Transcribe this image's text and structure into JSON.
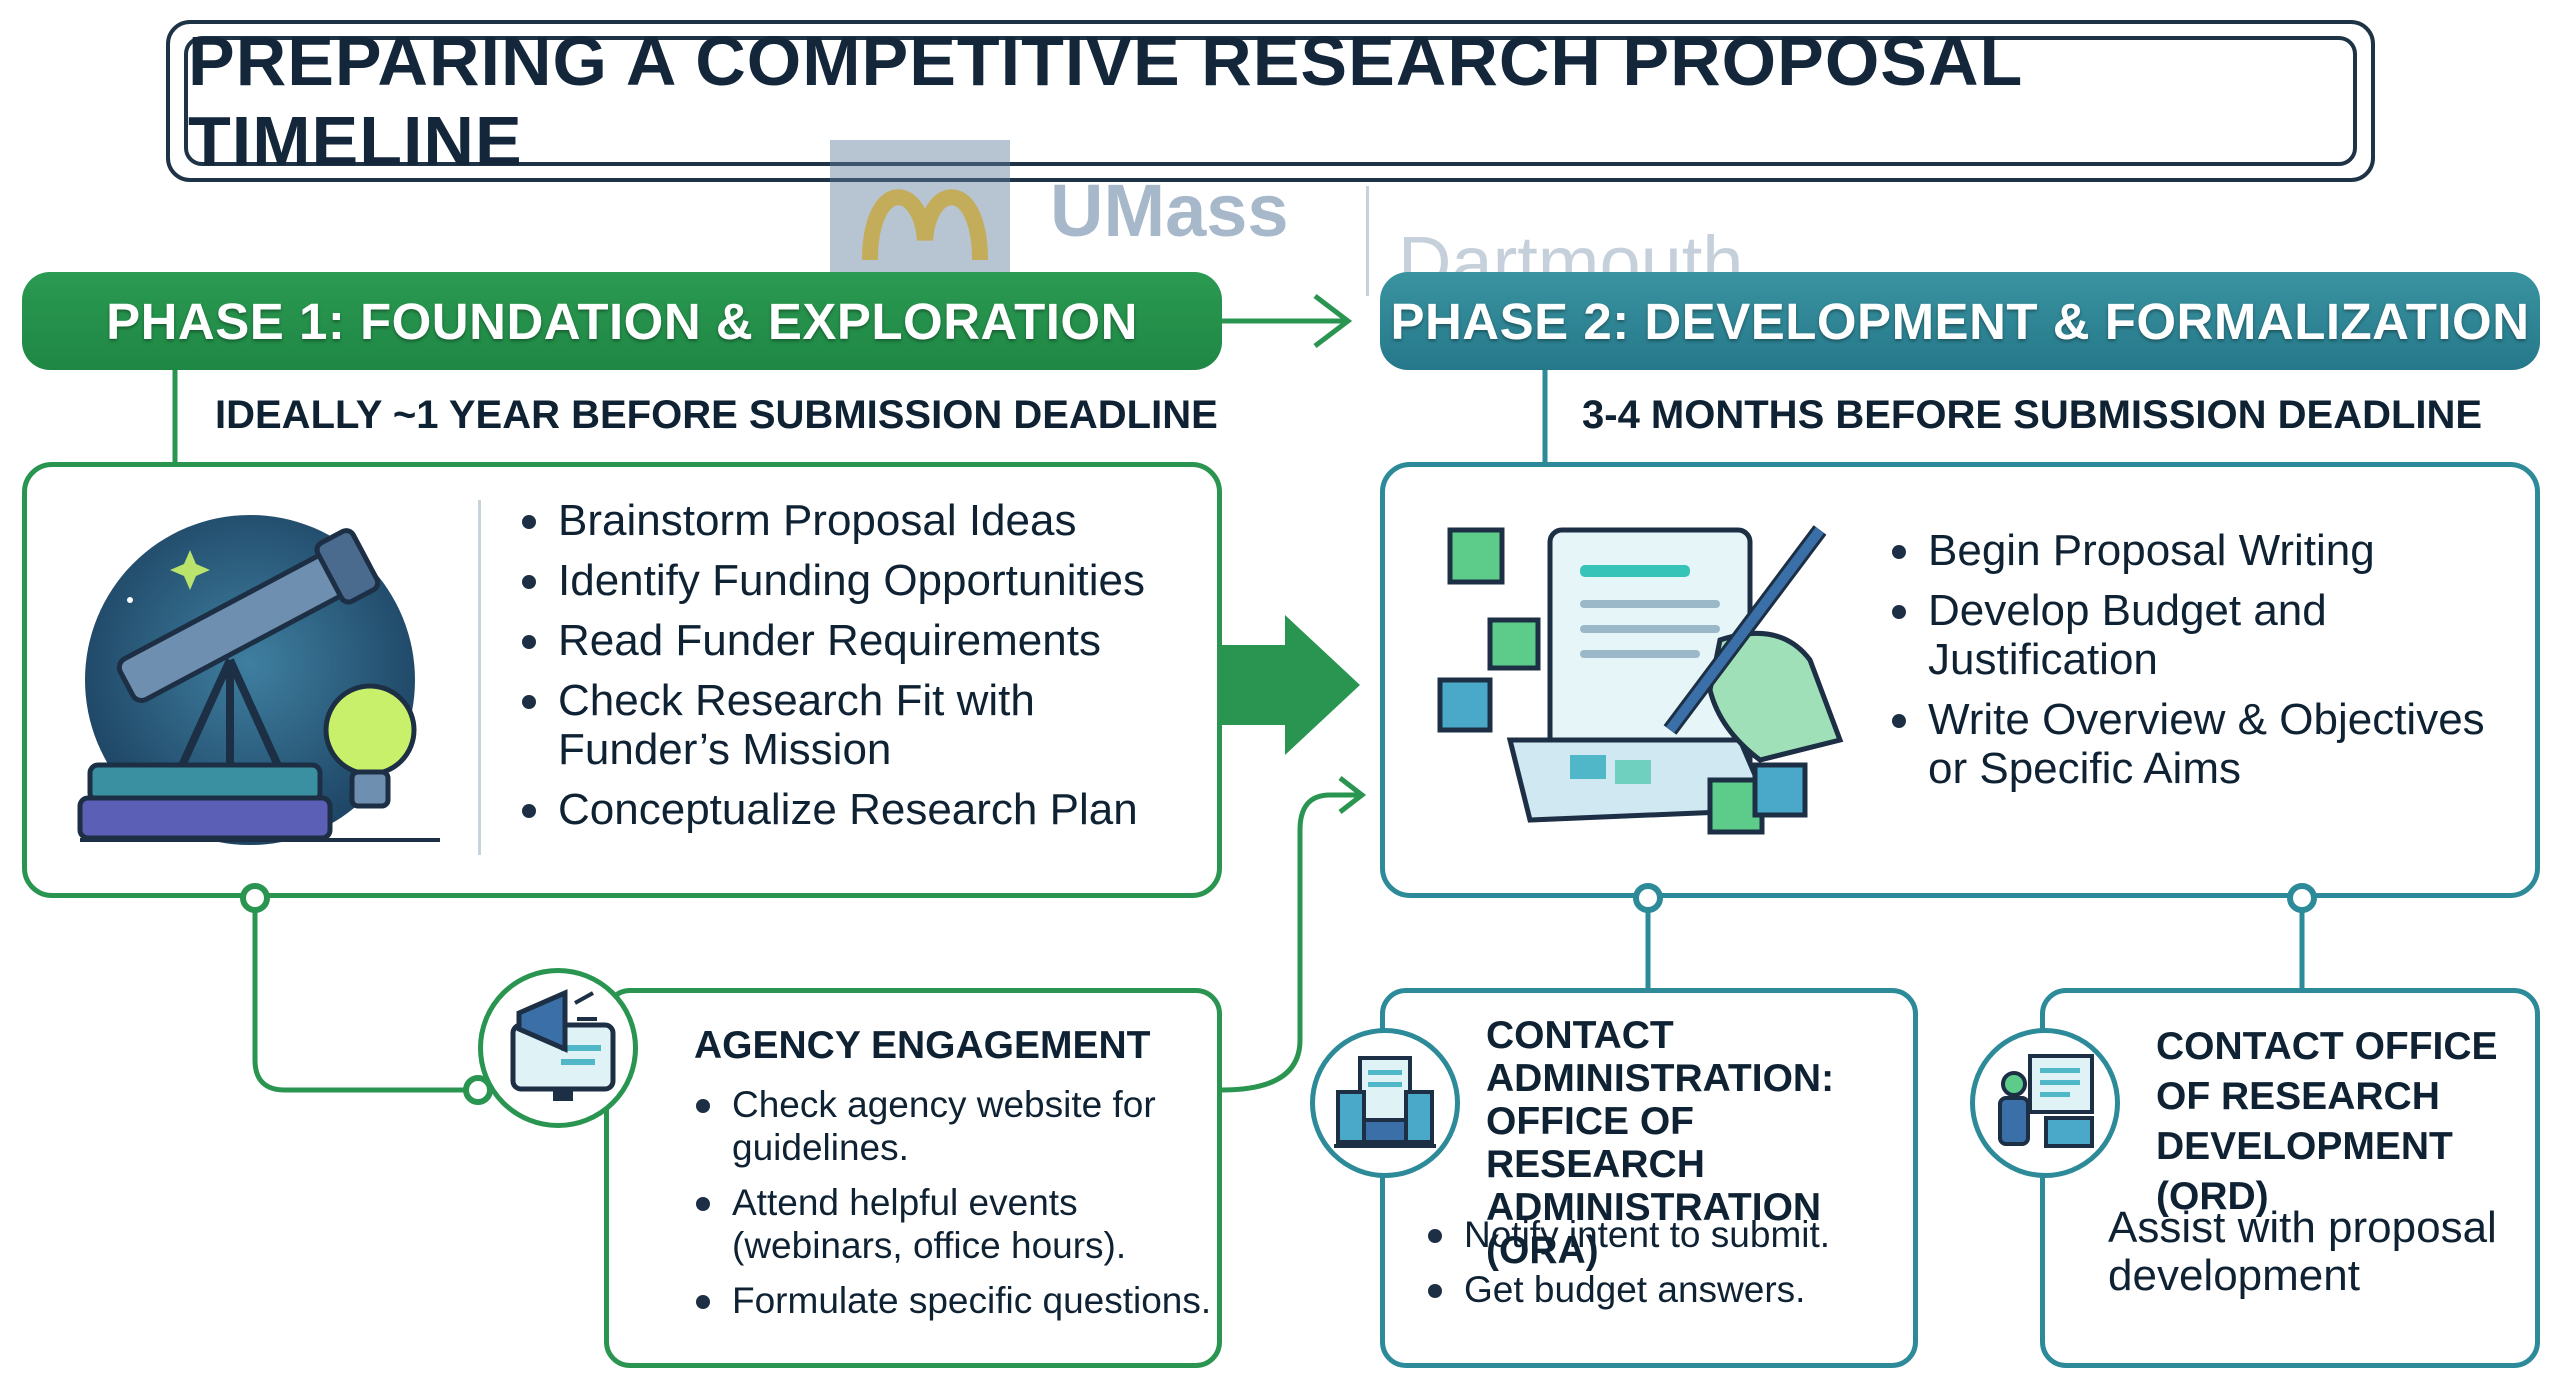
{
  "title": "PREPARING A COMPETITIVE RESEARCH PROPOSAL TIMELINE",
  "watermark": {
    "brand": "UMass",
    "campus": "Dartmouth"
  },
  "phase1": {
    "banner": "PHASE 1: FOUNDATION & EXPLORATION",
    "timing": "IDEALLY ~1 YEAR BEFORE SUBMISSION DEADLINE",
    "items": [
      "Brainstorm Proposal Ideas",
      "Identify Funding Opportunities",
      "Read Funder Requirements",
      "Check Research Fit with Funder’s Mission",
      "Conceptualize Research Plan"
    ],
    "icon": "telescope-books-lightbulb-icon"
  },
  "phase2": {
    "banner": "PHASE 2: DEVELOPMENT & FORMALIZATION",
    "timing": "3-4 MONTHS BEFORE SUBMISSION DEADLINE",
    "items": [
      "Begin Proposal Writing",
      "Develop Budget and Justification",
      "Write Overview & Objectives or Specific Aims"
    ],
    "icon": "document-pen-blocks-icon"
  },
  "agency": {
    "heading": "AGENCY ENGAGEMENT",
    "items": [
      "Check agency website for guidelines.",
      "Attend helpful events (webinars, office hours).",
      "Formulate specific questions."
    ],
    "icon": "megaphone-monitor-icon"
  },
  "ora": {
    "heading": "CONTACT ADMINISTRATION: OFFICE OF RESEARCH ADMINISTRATION (ORA)",
    "items": [
      "Notify intent to submit.",
      "Get budget answers."
    ],
    "icon": "office-building-icon"
  },
  "ord": {
    "heading": "CONTACT OFFICE OF RESEARCH DEVELOPMENT (ORD)",
    "text": "Assist with proposal development",
    "icon": "presenter-board-icon"
  },
  "colors": {
    "phase1": "#2a9550",
    "phase2": "#2d8a98",
    "text": "#0f2233"
  }
}
